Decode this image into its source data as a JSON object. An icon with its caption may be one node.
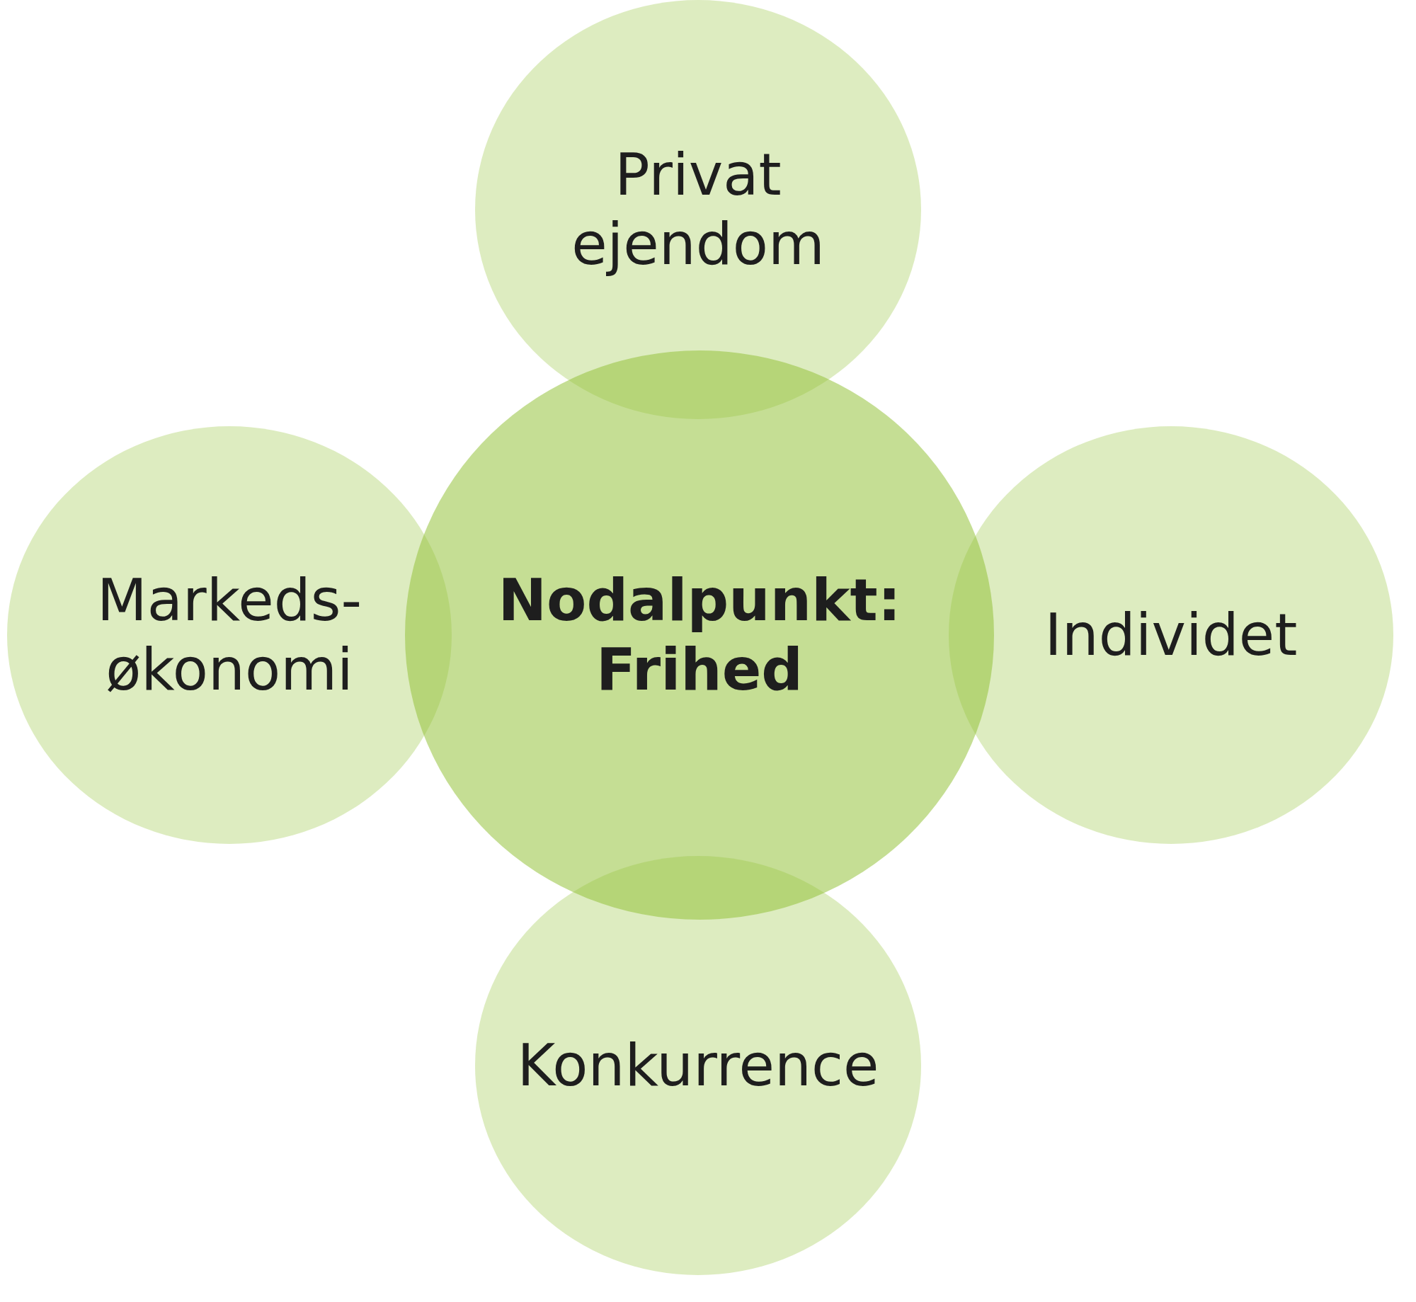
{
  "diagram": {
    "nodes": [
      {
        "text": [
          "Privat ejendom"
        ]
      },
      {
        "text": [
          "Markeds- økonomi"
        ]
      },
      {
        "text": [
          "Nodalpunkt: Frihed"
        ]
      },
      {
        "text": [
          "Individet"
        ]
      },
      {
        "text": [
          "Konkurrence"
        ]
      }
    ]
  }
}
